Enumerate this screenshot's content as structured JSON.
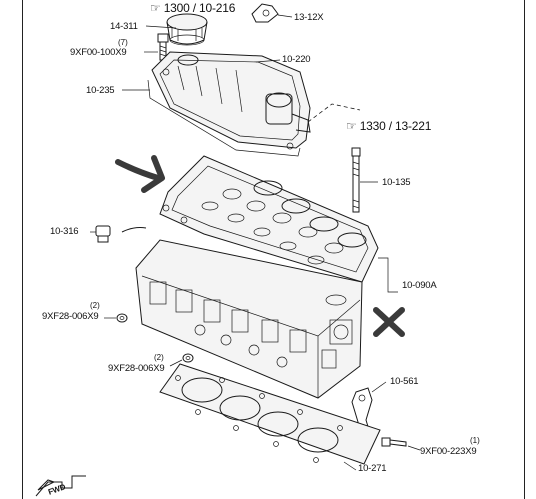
{
  "labels": {
    "cap_ref": "1300 / 10-216",
    "bracket_ref": "13-12X",
    "cap_part": "14-311",
    "bolt_cover_qty": "(7)",
    "bolt_cover_part": "9XF00-100X9",
    "cover_part": "10-220",
    "gasket_cover_part": "10-235",
    "hose_ref": "1330 / 13-221",
    "stud_part": "10-135",
    "plug_part": "10-316",
    "head_part": "10-090A",
    "plug_small_qty": "(2)",
    "plug_small_part": "9XF28-006X9",
    "plug_lower_qty": "(2)",
    "plug_lower_part": "9XF28-006X9",
    "hook_part": "10-561",
    "bolt_hook_qty": "(1)",
    "bolt_hook_part": "9XF00-223X9",
    "head_gasket_part": "10-271",
    "fwd_label": "FWD"
  },
  "annotations": {
    "arrow_color": "#3a3a3a",
    "cross_color": "#3a3a3a"
  },
  "icons": {
    "ref_icon": "sheet-reference-icon"
  }
}
